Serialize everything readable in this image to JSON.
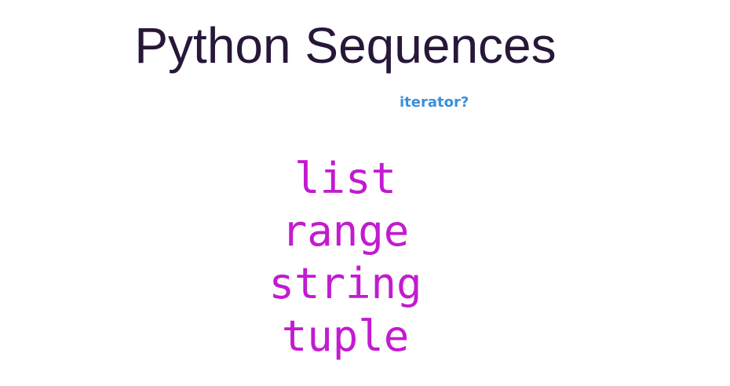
{
  "slide": {
    "title": "Python Sequences",
    "note": "iterator?",
    "sequences": [
      "list",
      "range",
      "string",
      "tuple"
    ]
  },
  "colors": {
    "title": "#271738",
    "note": "#3b8fdd",
    "sequence_text": "#c21bd0",
    "background": "#ffffff"
  }
}
